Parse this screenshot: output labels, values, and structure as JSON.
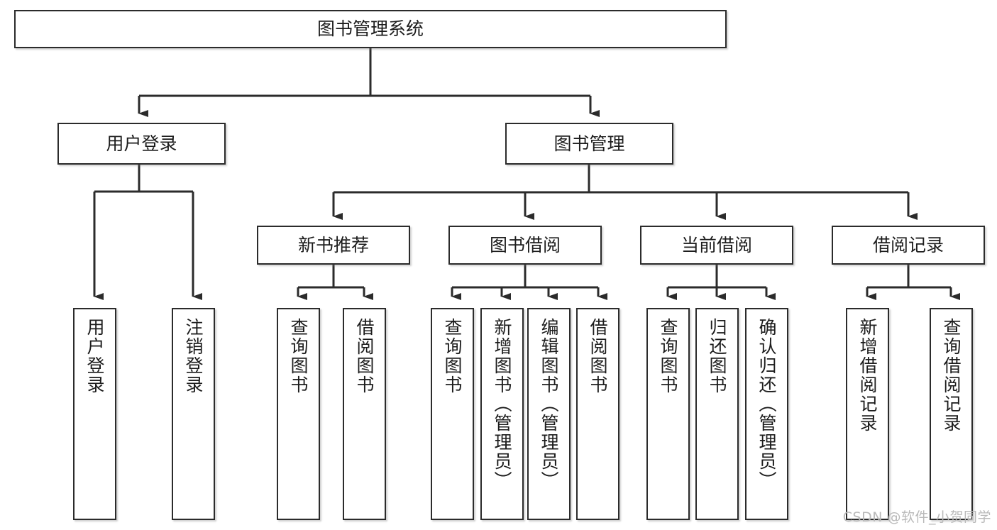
{
  "diagram": {
    "type": "tree-hierarchy",
    "title": "图书管理系统",
    "root": {
      "label": "图书管理系统"
    },
    "level2": [
      {
        "label": "用户登录"
      },
      {
        "label": "图书管理"
      }
    ],
    "level3": [
      {
        "label": "新书推荐"
      },
      {
        "label": "图书借阅"
      },
      {
        "label": "当前借阅"
      },
      {
        "label": "借阅记录"
      }
    ],
    "leaves": {
      "user_login": [
        {
          "label": "用户登录"
        },
        {
          "label": "注销登录"
        }
      ],
      "new_book_recommend": [
        {
          "label": "查询图书"
        },
        {
          "label": "借阅图书"
        }
      ],
      "book_borrow": [
        {
          "label": "查询图书"
        },
        {
          "label": "新增图书（管理员）"
        },
        {
          "label": "编辑图书（管理员）"
        },
        {
          "label": "借阅图书"
        }
      ],
      "current_borrow": [
        {
          "label": "查询图书"
        },
        {
          "label": "归还图书"
        },
        {
          "label": "确认归还（管理员）"
        }
      ],
      "borrow_record": [
        {
          "label": "新增借阅记录"
        },
        {
          "label": "查询借阅记录"
        }
      ]
    }
  },
  "watermark": {
    "text": "CSDN @软件_小贺同学"
  },
  "colors": {
    "box_border": "#2b2b2b",
    "box_fill": "#ffffff",
    "text": "#1c1c1c",
    "connector": "#2b2b2b",
    "watermark": "#b9b9b9",
    "background": "#ffffff"
  }
}
